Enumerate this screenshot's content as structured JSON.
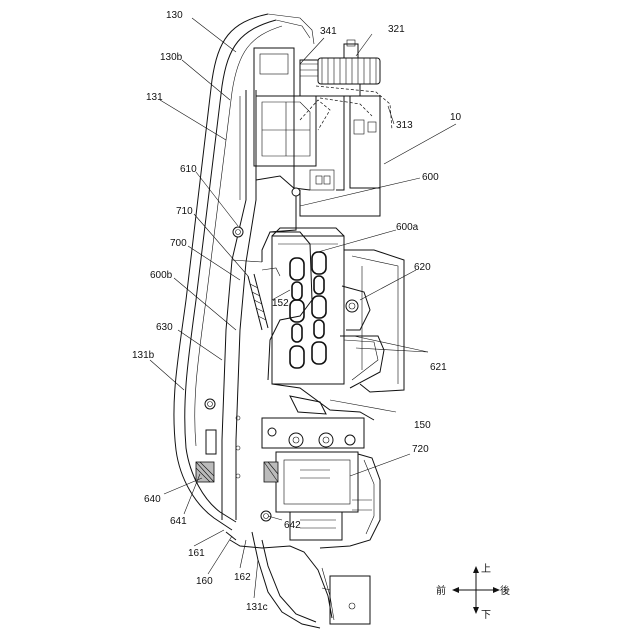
{
  "labels": {
    "l130": "130",
    "l130b": "130b",
    "l131": "131",
    "l610": "610",
    "l710": "710",
    "l700": "700",
    "l600b": "600b",
    "l630": "630",
    "l131b": "131b",
    "l640": "640",
    "l641": "641",
    "l161": "161",
    "l160": "160",
    "l162": "162",
    "l131c": "131c",
    "l642": "642",
    "l341": "341",
    "l321": "321",
    "l313": "313",
    "l10": "10",
    "l600": "600",
    "l600a": "600a",
    "l620": "620",
    "l152": "152",
    "l621": "621",
    "l150": "150",
    "l720": "720"
  },
  "direction": {
    "up": "上",
    "down": "下",
    "front": "前",
    "back": "後"
  }
}
